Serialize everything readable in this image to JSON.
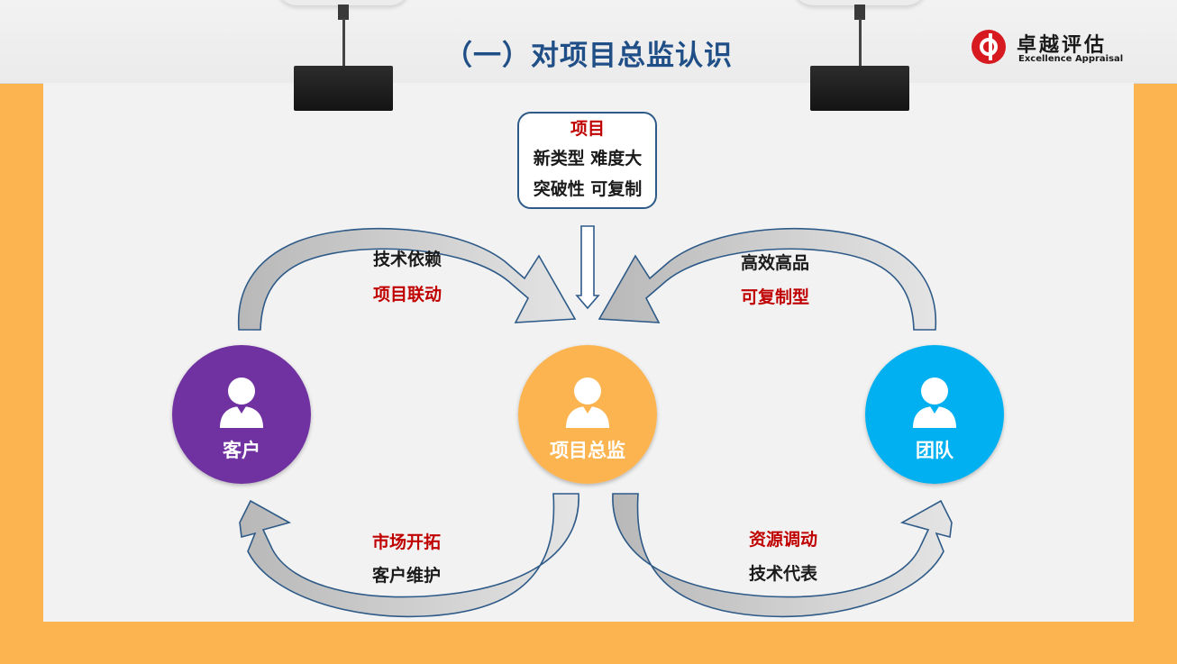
{
  "header": {
    "title": "（一）对项目总监认识",
    "logo": {
      "name_cn": "卓越评估",
      "name_en": "Excellence Appraisal",
      "brand_color": "#d71920"
    }
  },
  "project_box": {
    "heading": "项目",
    "line1": "新类型 难度大",
    "line2": "突破性 可复制"
  },
  "nodes": {
    "client": {
      "label": "客户",
      "color": "#7030a0"
    },
    "director": {
      "label": "项目总监",
      "color": "#fbb44f"
    },
    "team": {
      "label": "团队",
      "color": "#00b0f0"
    }
  },
  "flows": {
    "client_to_director": {
      "line1": "技术依赖",
      "line2": "项目联动"
    },
    "team_to_director": {
      "line1": "高效高品",
      "line2": "可复制型"
    },
    "director_to_client": {
      "line1": "市场开拓",
      "line2": "客户维护"
    },
    "director_to_team": {
      "line1": "资源调动",
      "line2": "技术代表"
    }
  },
  "colors": {
    "title": "#1f4f86",
    "accent_red": "#c00000",
    "arrow_stroke": "#2e5a88",
    "arrow_fill_white": "#ffffff",
    "arrow_fill_gray": "#c8c8c8",
    "background_orange": "#fbb44f",
    "panel": "#f2f2f2"
  }
}
